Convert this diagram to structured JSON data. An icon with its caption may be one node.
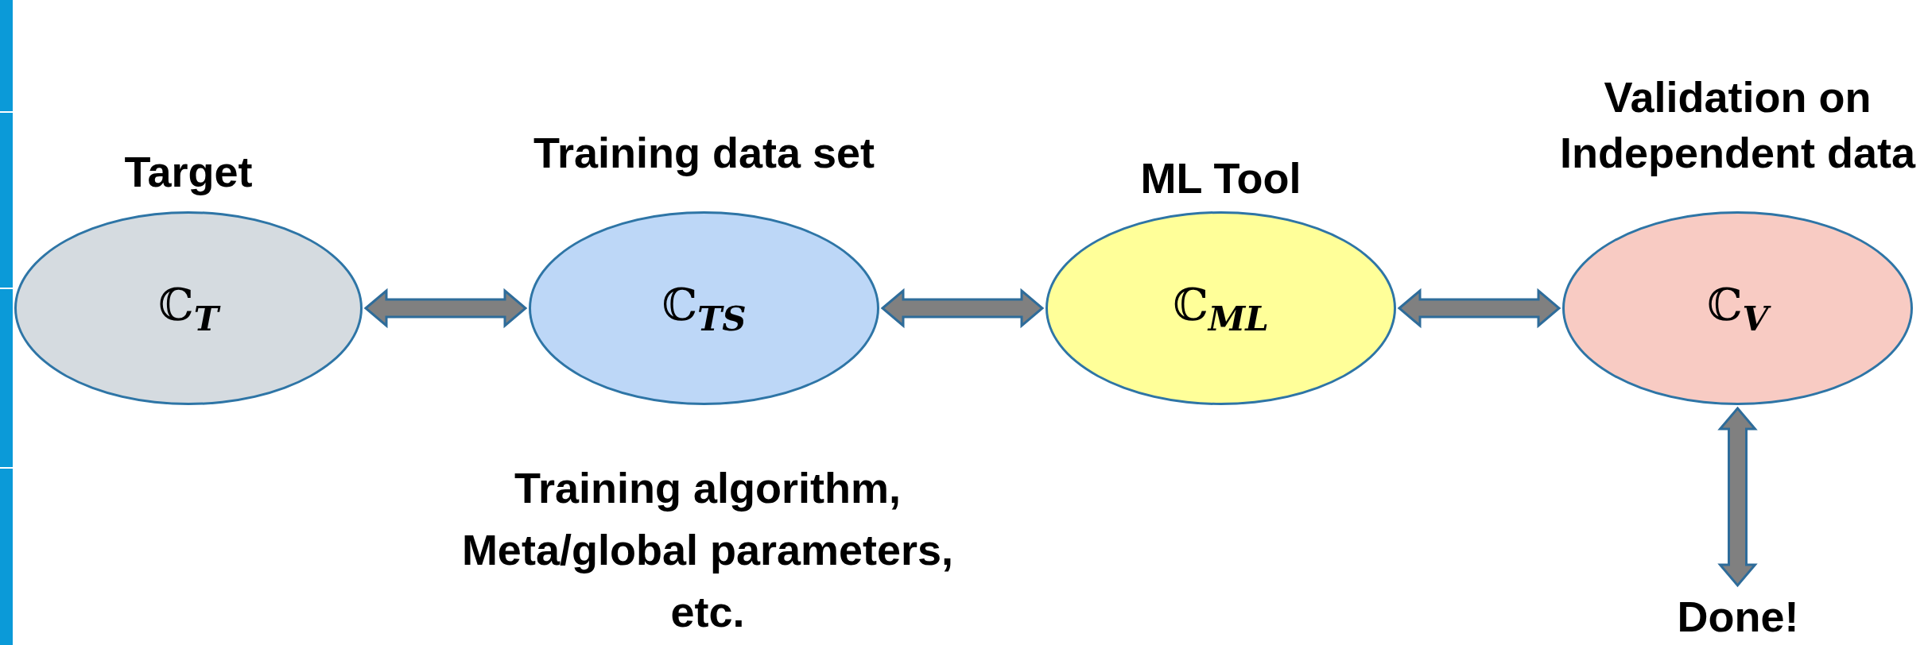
{
  "diagram": {
    "nodes": [
      {
        "text": [
          "Target",
          "ℂ$_{T}$"
        ]
      },
      {
        "text": [
          "Training data set",
          "ℂ$_{TS}$"
        ],
        "beside": [
          "Training algorithm, Meta/global parameters, etc."
        ]
      },
      {
        "text": [
          "ML Tool",
          "ℂ$_{ML}$"
        ]
      },
      {
        "text": [
          "Validation on Independent data",
          "ℂ$_{V}$"
        ]
      },
      {
        "text": [
          "Done!"
        ]
      }
    ],
    "edges": [
      {
        "from": 0,
        "to": 1,
        "arrow": "both",
        "style": "thick"
      },
      {
        "from": 1,
        "to": 2,
        "arrow": "both",
        "style": "thick"
      },
      {
        "from": 2,
        "to": 3,
        "arrow": "both",
        "style": "thick"
      },
      {
        "from": 3,
        "to": 4,
        "arrow": "both",
        "style": "thick"
      }
    ]
  }
}
